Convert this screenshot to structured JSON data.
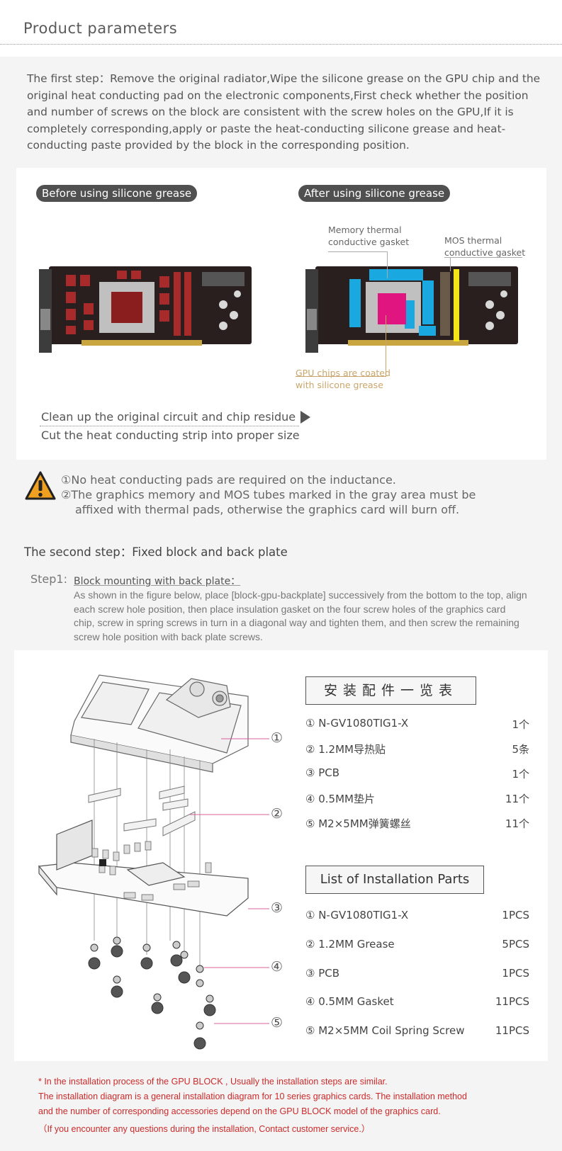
{
  "header": {
    "title": "Product parameters"
  },
  "step1": {
    "text": "The first step：Remove the original radiator,Wipe the silicone grease on the GPU chip and the original heat conducting pad on the electronic components,First check whether the position and number of screws on the block are consistent with the screw holes on the GPU,If it is completely corresponding,apply or paste the heat-conducting silicone grease and heat-conducting paste provided by the block in the corresponding position."
  },
  "photos": {
    "before_label": "Before using silicone grease",
    "after_label": "After using silicone grease",
    "callouts": {
      "memory_line1": "Memory thermal",
      "memory_line2": "conductive gasket",
      "mos_line1": "MOS thermal",
      "mos_line2": "conductive gasket",
      "gpu_line1": "GPU chips are coated",
      "gpu_line2": "with silicone grease"
    },
    "clean_text": "Clean up the original circuit and chip residue",
    "cut_text": "Cut the heat conducting strip into proper size"
  },
  "warning": {
    "line1": "①No heat conducting pads are required on the inductance.",
    "line2": "②The graphics memory and MOS tubes marked in the gray area must be",
    "line3": "affixed with thermal pads, otherwise the graphics card will burn off."
  },
  "step2": {
    "title": "The second step：Fixed block and back plate",
    "step_label": "Step1:",
    "step_sub": "Block mounting with back plate：",
    "step_desc": "As shown in the figure below, place [block-gpu-backplate] successively from the bottom to the top, align each screw hole position, then place insulation gasket on the four screw holes of the graphics card chip, screw in spring screws in turn in a diagonal way and tighten them, and then screw the remaining screw hole position with back plate screws."
  },
  "diagram": {
    "callout_numbers": [
      "①",
      "②",
      "③",
      "④",
      "⑤"
    ]
  },
  "parts_cn": {
    "title": "安装配件一览表",
    "items": [
      {
        "name": "① N-GV1080TIG1-X",
        "qty": "1个"
      },
      {
        "name": "② 1.2MM导热贴",
        "qty": "5条"
      },
      {
        "name": "③ PCB",
        "qty": "1个"
      },
      {
        "name": "④ 0.5MM垫片",
        "qty": "11个"
      },
      {
        "name": "⑤ M2×5MM弹簧螺丝",
        "qty": "11个"
      }
    ]
  },
  "parts_en": {
    "title": "List of Installation Parts",
    "items": [
      {
        "name": "① N-GV1080TIG1-X",
        "qty": "1PCS"
      },
      {
        "name": "② 1.2MM Grease",
        "qty": "5PCS"
      },
      {
        "name": "③ PCB",
        "qty": "1PCS"
      },
      {
        "name": "④ 0.5MM Gasket",
        "qty": "11PCS"
      },
      {
        "name": "⑤ M2×5MM Coil Spring Screw",
        "qty": "11PCS"
      }
    ]
  },
  "footnotes": {
    "line1": "* In the installation process of the GPU BLOCK , Usually the installation steps are similar.",
    "line2": "The installation diagram is a general installation diagram for 10 series graphics cards. The installation method",
    "line3": "and the number of corresponding accessories depend on the GPU BLOCK model of the graphics card.",
    "line4": "（If you encounter any questions during the installation, Contact customer service.）"
  },
  "colors": {
    "memory_pad": "#1aa8e0",
    "gpu_grease": "#e0157f",
    "mos_pad": "#f2e51a",
    "pill_bg": "#505050",
    "footnote": "#cc2a2a",
    "warning_icon": "#f0a020"
  }
}
